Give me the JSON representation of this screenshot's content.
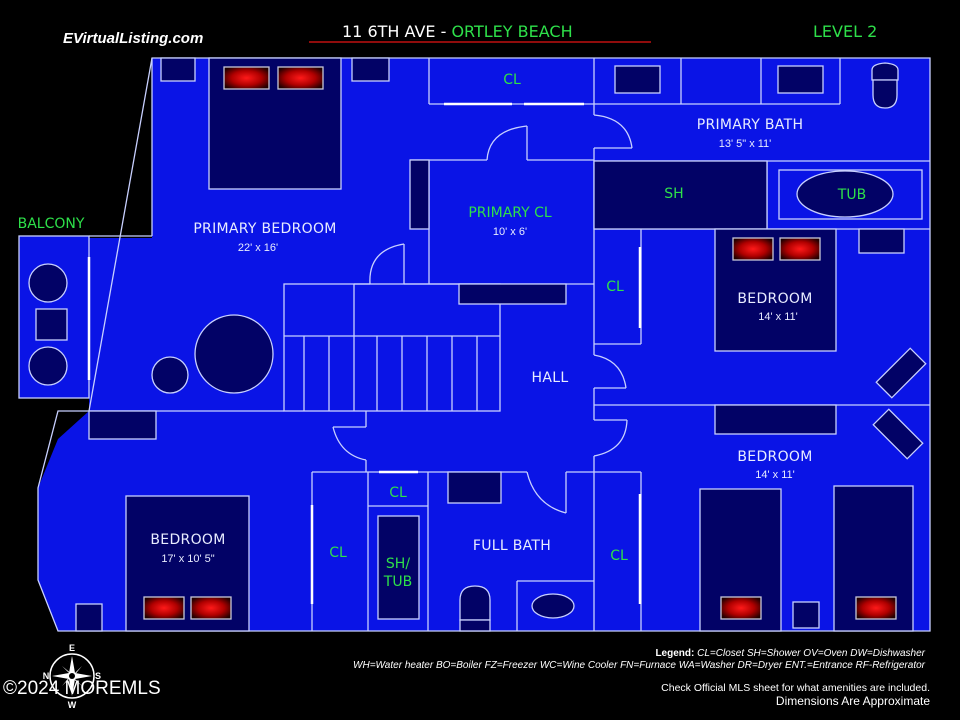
{
  "header": {
    "site": "EVirtualListing.com",
    "address": "11 6TH AVE - ",
    "town": "ORTLEY BEACH",
    "level": "LEVEL 2"
  },
  "colors": {
    "floor": "#0a14e6",
    "furniture": "#020266",
    "wall": "#c8d0ff",
    "label_green": "#2ee04a",
    "underline_red": "#c01010",
    "pillow_red": "#ff1010"
  },
  "rooms": {
    "primary_bedroom": {
      "name": "PRIMARY BEDROOM",
      "dims": "22' x 16'"
    },
    "primary_bath": {
      "name": "PRIMARY BATH",
      "dims": "13' 5\" x 11'"
    },
    "primary_cl": {
      "name": "PRIMARY CL",
      "dims": "10' x 6'"
    },
    "bedroom_ne": {
      "name": "BEDROOM",
      "dims": "14' x 11'"
    },
    "bedroom_se": {
      "name": "BEDROOM",
      "dims": "14' x 11'"
    },
    "bedroom_sw": {
      "name": "BEDROOM",
      "dims": "17' x 10' 5\""
    },
    "hall": {
      "name": "HALL"
    },
    "full_bath": {
      "name": "FULL BATH"
    },
    "balcony": {
      "name": "BALCONY"
    }
  },
  "fixtures": {
    "cl": "CL",
    "sh": "SH",
    "tub": "TUB",
    "sh_tub_1": "SH/",
    "sh_tub_2": "TUB"
  },
  "compass": {
    "n": "N",
    "e": "E",
    "s": "S",
    "w": "W"
  },
  "footer": {
    "copyright": "©2024 MOREMLS",
    "legend_label": "Legend:",
    "legend_line1": "CL=Closet  SH=Shower  OV=Oven DW=Dishwasher",
    "legend_line2": "WH=Water heater BO=Boiler FZ=Freezer WC=Wine Cooler FN=Furnace  WA=Washer DR=Dryer  ENT.=Entrance RF-Refrigerator",
    "note1": "Check Official MLS sheet for what amenities are included.",
    "note2": "Dimensions Are Approximate"
  }
}
